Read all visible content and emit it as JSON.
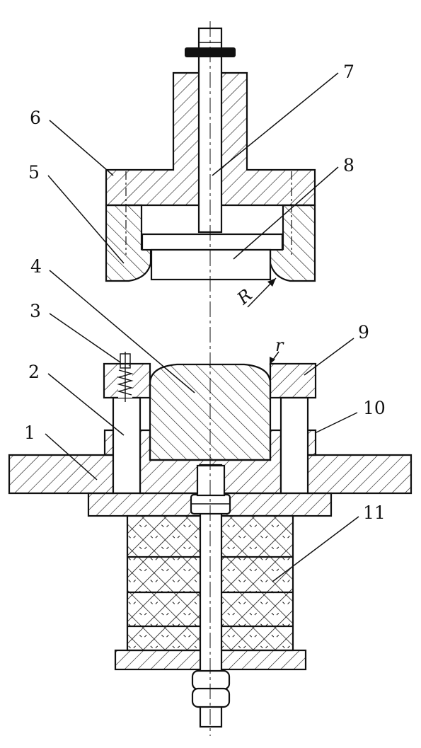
{
  "callouts": [
    {
      "id": "1",
      "text": "1"
    },
    {
      "id": "2",
      "text": "2"
    },
    {
      "id": "3",
      "text": "3"
    },
    {
      "id": "4",
      "text": "4"
    },
    {
      "id": "5",
      "text": "5"
    },
    {
      "id": "6",
      "text": "6"
    },
    {
      "id": "7",
      "text": "7"
    },
    {
      "id": "8",
      "text": "8"
    },
    {
      "id": "9",
      "text": "9"
    },
    {
      "id": "10",
      "text": "10"
    },
    {
      "id": "11",
      "text": "11"
    }
  ],
  "dimensions": {
    "big_radius": "R",
    "small_radius": "r"
  },
  "colors": {
    "line": "#111111",
    "background": "#ffffff",
    "nut": "#111111"
  }
}
